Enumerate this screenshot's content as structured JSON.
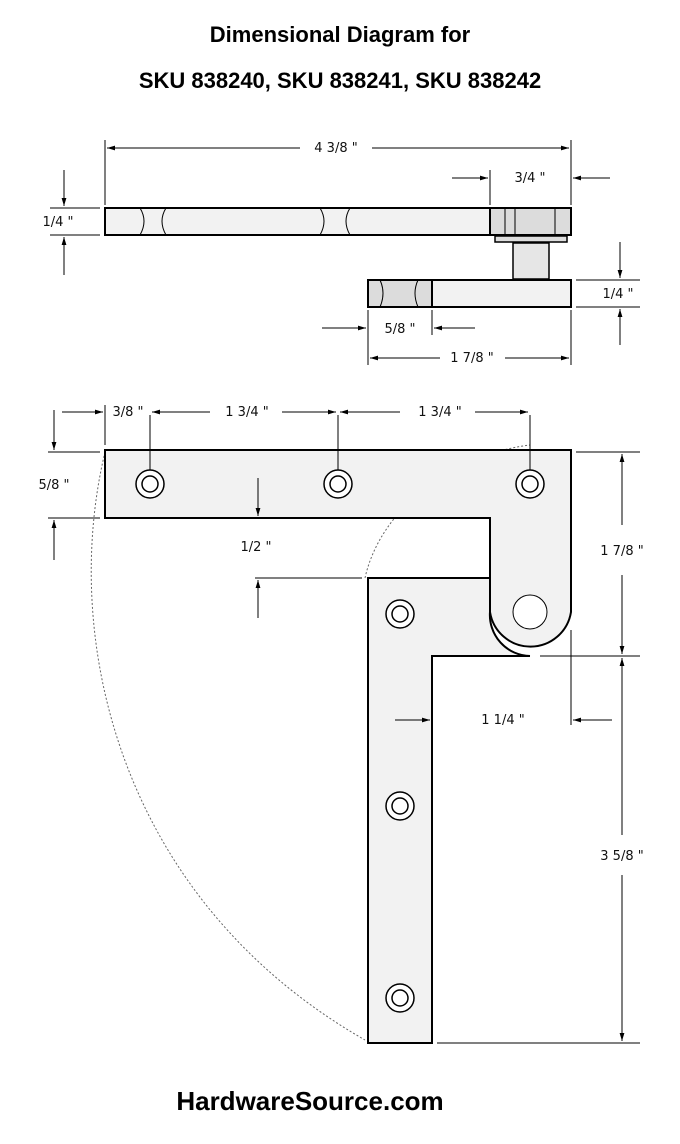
{
  "title": {
    "line1": "Dimensional Diagram for",
    "line2": "SKU 838240, SKU 838241, SKU 838242"
  },
  "side_view": {
    "overall_length": "4 3/8 \"",
    "pivot_width": "3/4 \"",
    "top_thickness": "1/4 \"",
    "bottom_thickness": "1/4 \"",
    "bottom_pivot_width": "5/8 \"",
    "bottom_length": "1 7/8 \""
  },
  "plan_view": {
    "edge_offset": "3/8 \"",
    "hole_spacing_1": "1 3/4 \"",
    "hole_spacing_2": "1 3/4 \"",
    "arm_width": "5/8 \"",
    "gap": "1/2 \"",
    "pivot_height": "1 7/8 \"",
    "offset": "1 1/4 \"",
    "leg_length": "3 5/8 \""
  },
  "footer": "HardwareSource.com"
}
